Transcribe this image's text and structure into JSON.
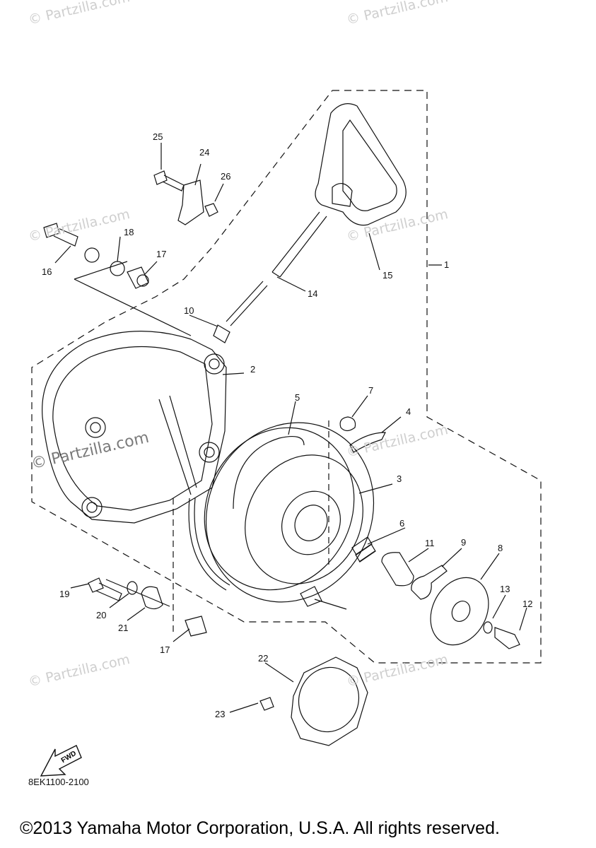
{
  "watermarks": {
    "faint": "Partzilla.com",
    "main": "Partzilla.com",
    "copyright_symbol": "©"
  },
  "parts": {
    "p1": "1",
    "p2": "2",
    "p3": "3",
    "p4": "4",
    "p5": "5",
    "p6": "6",
    "p7": "7",
    "p8": "8",
    "p9": "9",
    "p10": "10",
    "p11": "11",
    "p12": "12",
    "p13": "13",
    "p14": "14",
    "p15": "15",
    "p16": "16",
    "p17a": "17",
    "p17b": "17",
    "p18": "18",
    "p19": "19",
    "p20": "20",
    "p21": "21",
    "p22": "22",
    "p23": "23",
    "p24": "24",
    "p25": "25",
    "p26": "26"
  },
  "fwd_label": "FWD",
  "diagram_code": "8EK1100-2100",
  "copyright": "©2013 Yamaha Motor Corporation, U.S.A. All rights reserved.",
  "colors": {
    "line": "#111111",
    "watermark": "#cfcfcf",
    "watermark_main": "#7a7a7a"
  }
}
